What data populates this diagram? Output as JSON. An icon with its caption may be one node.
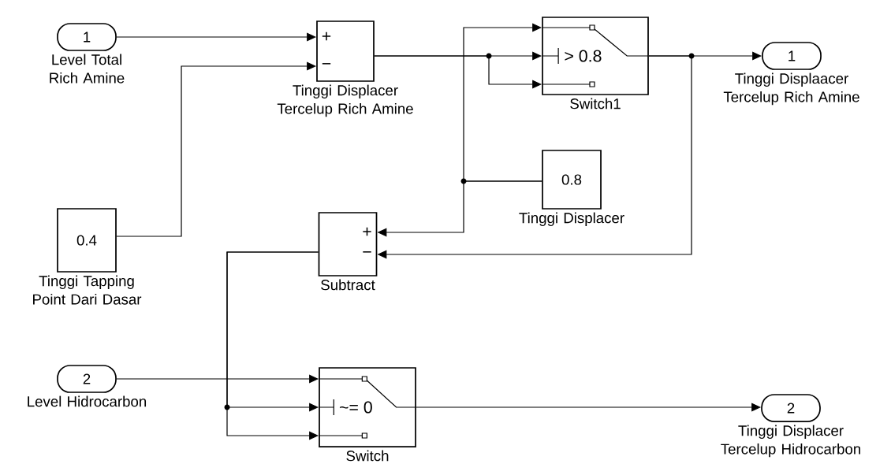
{
  "diagram": {
    "nodes": [
      {
        "text": [
          "1"
        ],
        "beside": [
          "Level Total Rich Amine"
        ]
      },
      {
        "text": [
          "+",
          "−"
        ],
        "beside": [
          "Tinggi Displacer Tercelup Rich Amine"
        ]
      },
      {
        "text": [
          "> 0.8"
        ],
        "beside": [
          "Switch1"
        ]
      },
      {
        "text": [
          "1"
        ],
        "beside": [
          "Tinggi Displaacer Tercelup Rich Amine"
        ]
      },
      {
        "text": [
          "0.4"
        ],
        "beside": [
          "Tinggi Tapping Point Dari Dasar"
        ]
      },
      {
        "text": [
          "0.8"
        ],
        "beside": [
          "Tinggi Displacer"
        ]
      },
      {
        "text": [
          "+",
          "−"
        ],
        "beside": [
          "Subtract"
        ]
      },
      {
        "text": [
          "2"
        ],
        "beside": [
          "Level Hidrocarbon"
        ]
      },
      {
        "text": [
          "~= 0"
        ],
        "beside": [
          "Switch"
        ]
      },
      {
        "text": [
          "2"
        ],
        "beside": [
          "Tinggi Displacer Tercelup Hidrocarbon"
        ]
      }
    ],
    "edges": [
      {
        "from": 0,
        "to": 1,
        "arrow": "to"
      },
      {
        "from": 4,
        "to": 1,
        "arrow": "to"
      },
      {
        "from": 1,
        "to": 2,
        "arrow": "to"
      },
      {
        "from": 1,
        "to": 2,
        "arrow": "to"
      },
      {
        "from": 5,
        "to": 2,
        "arrow": "to"
      },
      {
        "from": 5,
        "to": 6,
        "arrow": "to"
      },
      {
        "from": 2,
        "to": 3,
        "arrow": "to"
      },
      {
        "from": 2,
        "to": 6,
        "arrow": "to"
      },
      {
        "from": 6,
        "to": 8,
        "arrow": "to"
      },
      {
        "from": 6,
        "to": 8,
        "arrow": "to"
      },
      {
        "from": 7,
        "to": 8,
        "arrow": "to"
      },
      {
        "from": 8,
        "to": 9,
        "arrow": "to"
      }
    ]
  }
}
